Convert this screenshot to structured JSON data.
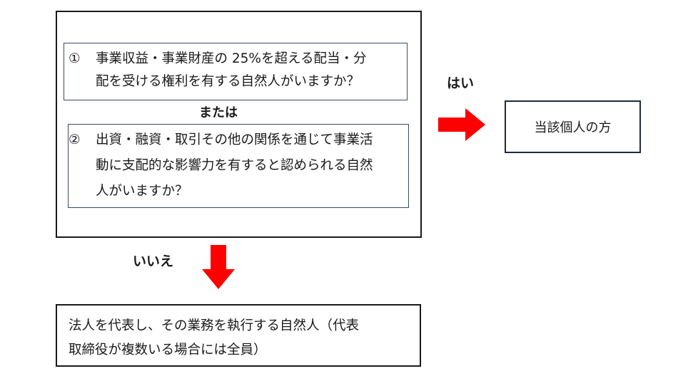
{
  "question1": {
    "number": "①",
    "line1": "事業収益・事業財産の 25%を超える配当・分",
    "line2": "配を受ける権利を有する自然人がいますか？"
  },
  "connector": "または",
  "question2": {
    "number": "②",
    "line1": "出資・融資・取引その他の関係を通じて事業活",
    "line2": "動に支配的な影響力を有すると認められる自然",
    "line3": "人がいますか？"
  },
  "yes_label": "はい",
  "yes_result": "当該個人の方",
  "no_label": "いいえ",
  "no_result": {
    "line1": "法人を代表し、その業務を執行する自然人（代表",
    "line2": "取締役が複数いる場合には全員）"
  },
  "colors": {
    "arrow": "#ff0000",
    "border": "#1a1a1a",
    "inner_border": "#3a4a68"
  }
}
